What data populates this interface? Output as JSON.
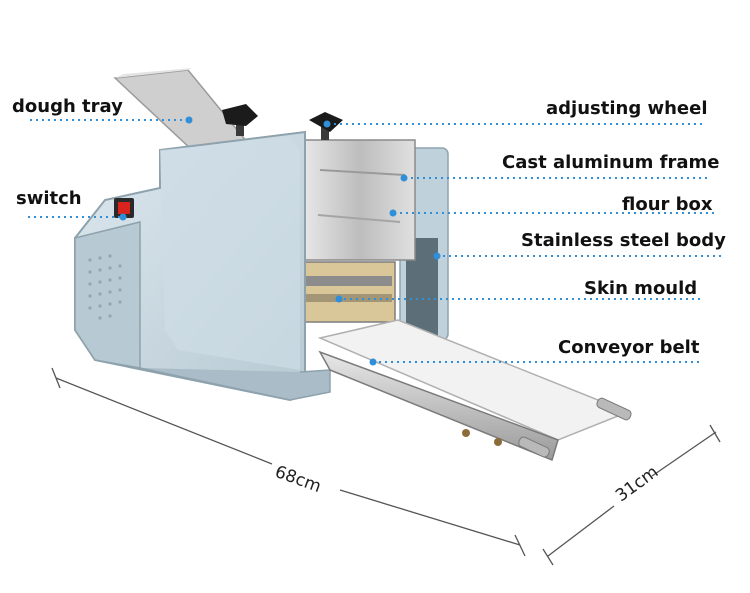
{
  "labels": {
    "dough_tray": "dough tray",
    "adjusting_wheel": "adjusting wheel",
    "cast_aluminum_frame": "Cast aluminum frame",
    "switch": "switch",
    "flour_box": "flour box",
    "stainless_steel_body": "Stainless steel body",
    "skin_mould": "Skin mould",
    "conveyor_belt": "Conveyor belt"
  },
  "dimensions": {
    "length": "68cm",
    "width": "31cm"
  },
  "colors": {
    "body": "#c9d9e2",
    "body_shadow": "#a9bcc7",
    "steel": "#c8c8c8",
    "belt": "#f2f2f2",
    "leader_line": "#2f8fd8",
    "switch_red": "#d9231d"
  }
}
